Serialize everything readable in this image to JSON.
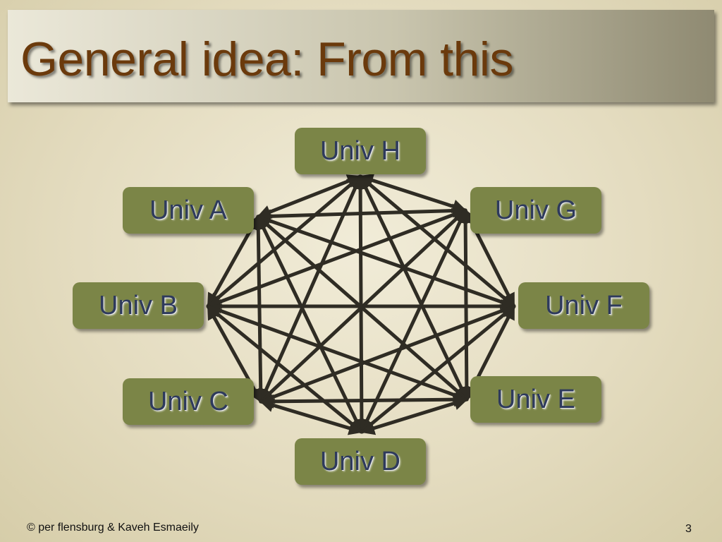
{
  "title": "General idea: From this",
  "nodes": [
    {
      "id": "H",
      "label": "Univ H"
    },
    {
      "id": "A",
      "label": "Univ A"
    },
    {
      "id": "G",
      "label": "Univ G"
    },
    {
      "id": "B",
      "label": "Univ B"
    },
    {
      "id": "F",
      "label": "Univ F"
    },
    {
      "id": "C",
      "label": "Univ C"
    },
    {
      "id": "E",
      "label": "Univ E"
    },
    {
      "id": "D",
      "label": "Univ D"
    }
  ],
  "connections": "all-pairs",
  "footer": {
    "copyright": "© per flensburg & Kaveh Esmaeily",
    "page_number": "3"
  },
  "colors": {
    "title_text": "#6b3a0c",
    "node_fill": "#7b8547",
    "node_text": "#2e3a5c",
    "edge": "#2f2c24"
  }
}
